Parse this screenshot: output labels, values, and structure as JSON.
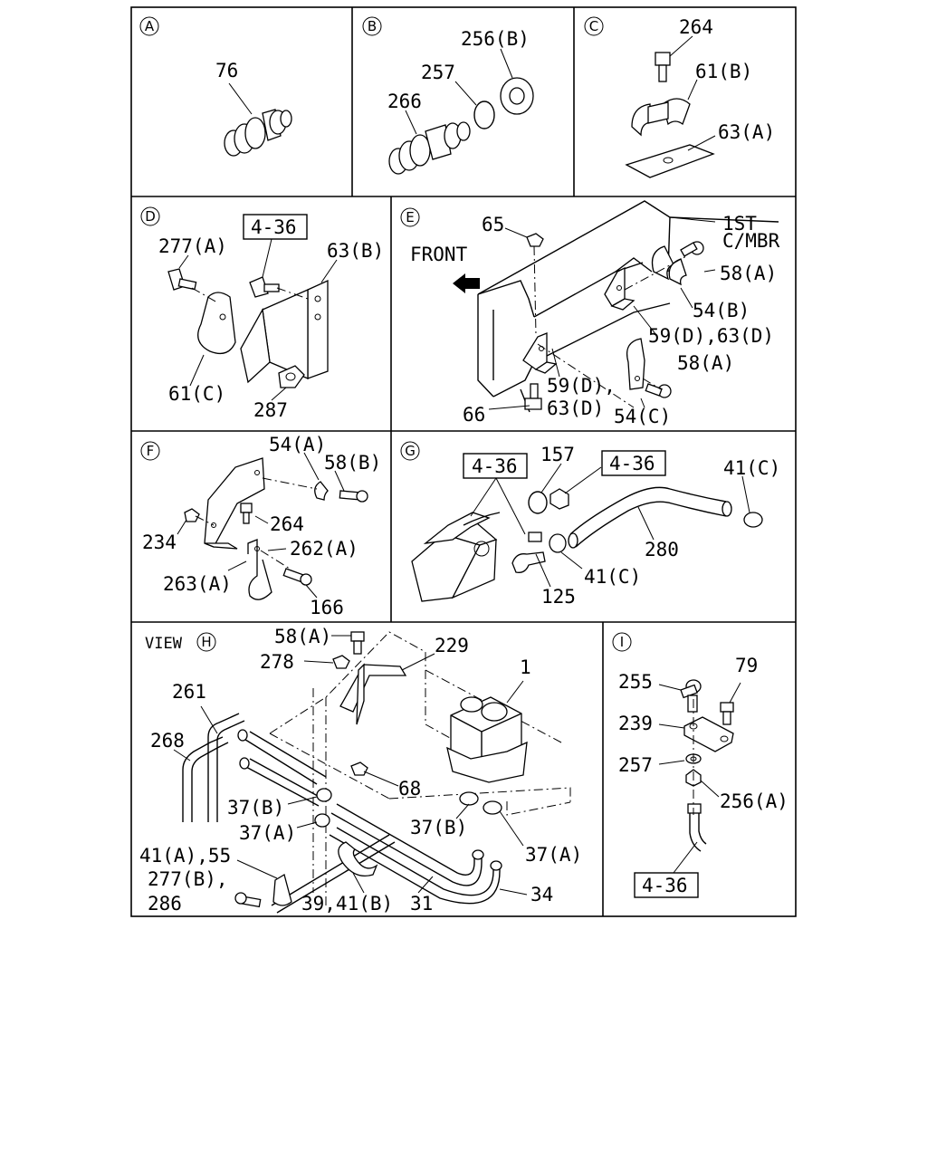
{
  "panels": {
    "A": {
      "letter": "A",
      "labels": [
        "76"
      ]
    },
    "B": {
      "letter": "B",
      "labels": [
        "256(B)",
        "257",
        "266"
      ]
    },
    "C": {
      "letter": "C",
      "labels": [
        "264",
        "61(B)",
        "63(A)"
      ]
    },
    "D": {
      "letter": "D",
      "labels": [
        "277(A)",
        "4-36",
        "63(B)",
        "61(C)",
        "287"
      ]
    },
    "E": {
      "letter": "E",
      "labels": [
        "65",
        "FRONT",
        "1ST",
        "C/MBR",
        "58(A)",
        "54(B)",
        "59(D),63(D)",
        "59(D),",
        "63(D)",
        "58(A)",
        "66",
        "54(C)"
      ]
    },
    "F": {
      "letter": "F",
      "labels": [
        "54(A)",
        "58(B)",
        "264",
        "234",
        "262(A)",
        "263(A)",
        "166"
      ]
    },
    "G": {
      "letter": "G",
      "labels": [
        "4-36",
        "157",
        "4-36",
        "41(C)",
        "280",
        "41(C)",
        "125"
      ]
    },
    "H": {
      "view_prefix": "VIEW",
      "letter": "H",
      "labels": [
        "58(A)",
        "229",
        "278",
        "1",
        "261",
        "268",
        "68",
        "37(B)",
        "37(A)",
        "37(B)",
        "37(A)",
        "41(A),55",
        "277(B),",
        "286",
        "39,41(B)",
        "31",
        "34"
      ]
    },
    "I": {
      "letter": "I",
      "labels": [
        "79",
        "255",
        "239",
        "257",
        "256(A)",
        "4-36"
      ]
    }
  }
}
